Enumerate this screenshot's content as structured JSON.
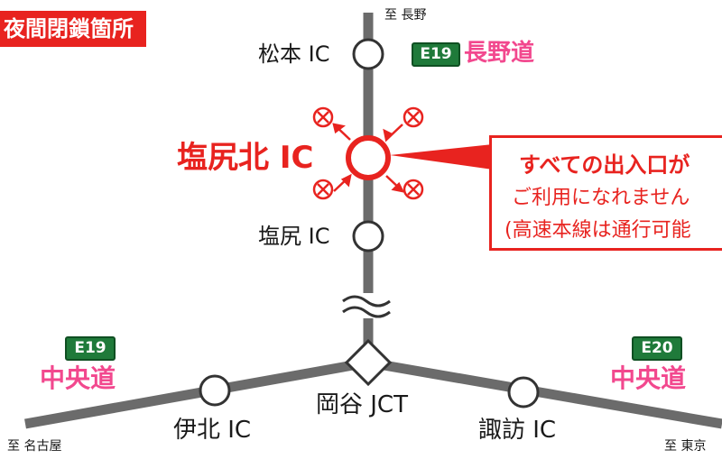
{
  "banner": {
    "text": "夜間閉鎖箇所"
  },
  "directions": {
    "north": "至 長野",
    "southwest": "至 名古屋",
    "southeast": "至 東京"
  },
  "routes": {
    "nagano": {
      "code": "E19",
      "name": "長野道"
    },
    "chuo_west": {
      "code": "E19",
      "name": "中央道"
    },
    "chuo_east": {
      "code": "E20",
      "name": "中央道"
    }
  },
  "interchanges": {
    "matsumoto": "松本 IC",
    "shiojiri_kita": "塩尻北 IC",
    "shiojiri": "塩尻 IC",
    "okaya_jct": "岡谷 JCT",
    "ina_kita": "伊北 IC",
    "suwa": "諏訪 IC"
  },
  "notice": {
    "line1": "すべての出入口が",
    "line2": "ご利用になれません",
    "line3": "(高速本線は通行可能"
  },
  "colors": {
    "closure_red": "#e8231f",
    "route_green": "#1f7a3a",
    "route_name_pink": "#f2488e",
    "road_gray": "#6b6b6b"
  },
  "icons": {
    "closed": "no-entry-circle-x-icon",
    "ic_node": "interchange-circle",
    "jct_node": "junction-diamond",
    "break": "road-break-wavy-icon"
  }
}
